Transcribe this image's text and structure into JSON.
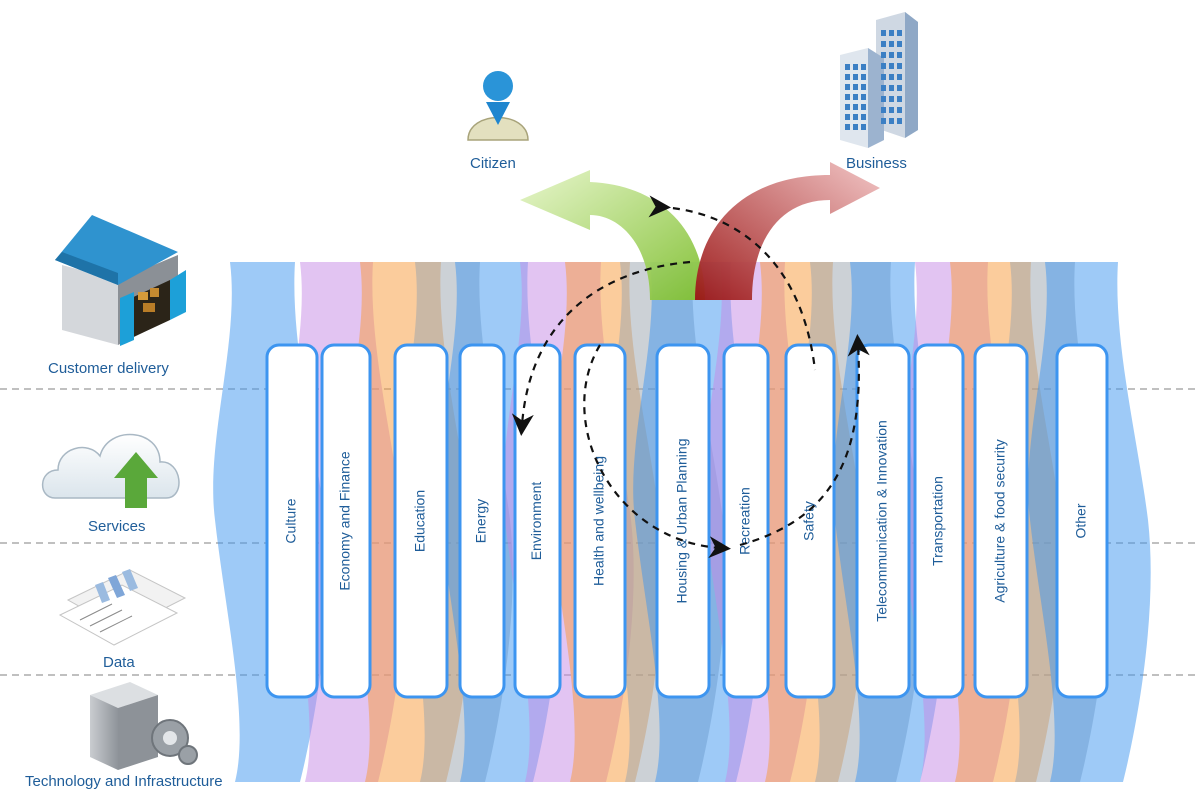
{
  "layers": [
    {
      "label": "Customer delivery",
      "icon": "house-icon"
    },
    {
      "label": "Services",
      "icon": "cloud-upload-icon"
    },
    {
      "label": "Data",
      "icon": "report-documents-icon"
    },
    {
      "label": "Technology and Infrastructure",
      "icon": "server-gear-icon"
    }
  ],
  "actors": {
    "citizen": {
      "label": "Citizen",
      "icon": "person-icon"
    },
    "business": {
      "label": "Business",
      "icon": "office-buildings-icon"
    }
  },
  "sectors": [
    "Culture",
    "Economy and Finance",
    "Education",
    "Energy",
    "Environment",
    "Health and wellbeing",
    "Housing & Urban Planning",
    "Recreation",
    "Safety",
    "Telecommunication & Innovation",
    "Transportation",
    "Agriculture & food security",
    "Other"
  ],
  "colors": {
    "blue": "#3d95f0",
    "orange": "#f79a3a",
    "purple": "#c58ae6",
    "gray": "#9aa3ad",
    "citizen_arrow": "#8cc63f",
    "business_arrow": "#a11c1c",
    "label_text": "#1f5d99",
    "divider": "#9a9a9a"
  }
}
